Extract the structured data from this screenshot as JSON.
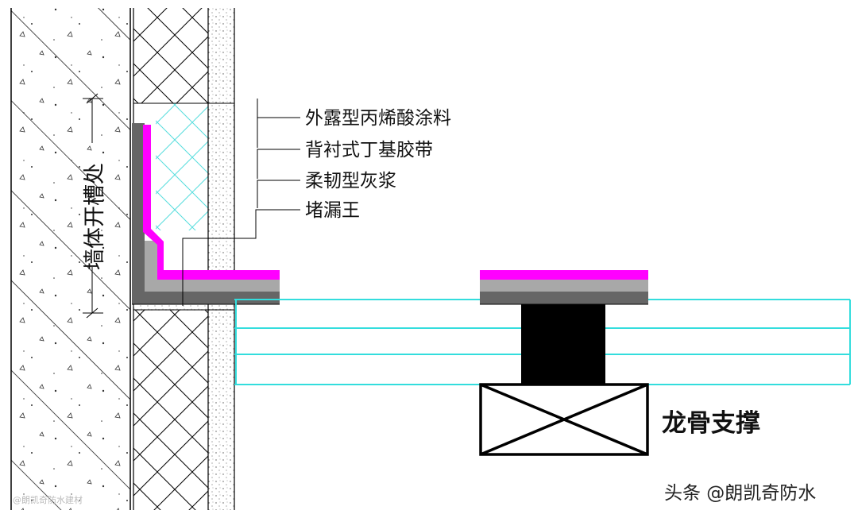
{
  "labels": {
    "layer1": "外露型丙烯酸涂料",
    "layer2": "背衬式丁基胶带",
    "layer3": "柔韧型灰浆",
    "layer4": "堵漏王",
    "wall_groove": "墙体开槽处",
    "keel_support": "龙骨支撑"
  },
  "watermark": {
    "main": "头条 @朗凯奇防水",
    "faint": "@朗凯奇防水建材"
  },
  "colors": {
    "acrylic_coating": "#ff00ff",
    "butyl_tape": "#a8a8a8",
    "mortar": "#666666",
    "board_outline": "#33dddd",
    "line": "#000000"
  }
}
